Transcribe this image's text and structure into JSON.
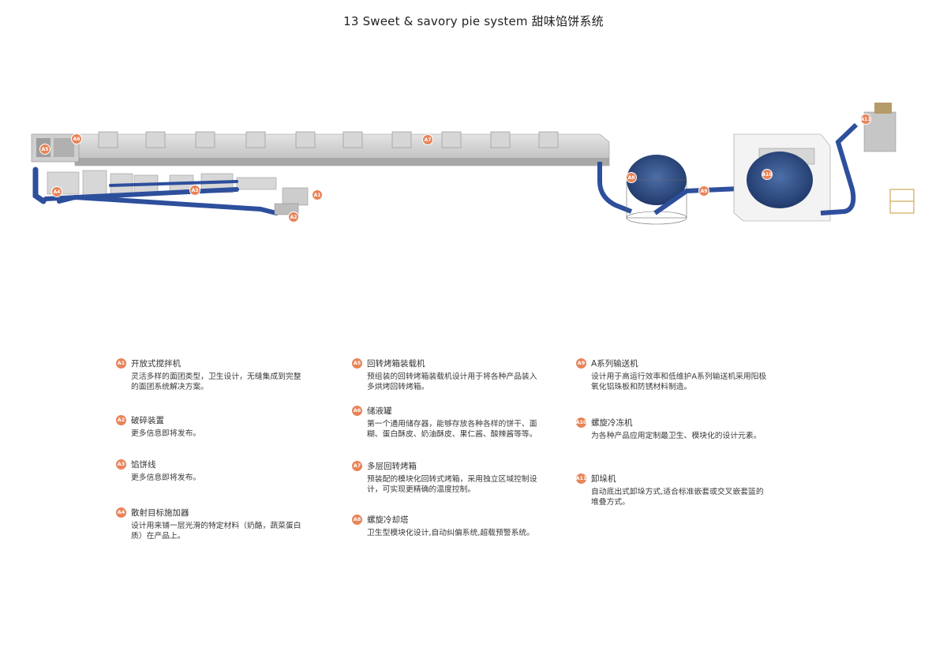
{
  "title": "13  Sweet & savory pie system  甜味馅饼系统",
  "markers": {
    "a1": "A1",
    "a2": "A2",
    "a3": "A3",
    "a4": "A4",
    "a5": "A5",
    "a6": "A6",
    "a7": "A7",
    "a8": "A8",
    "a9": "A9",
    "a10": "A10",
    "a11": "A11"
  },
  "legend": [
    {
      "code": "A1",
      "name": "开放式搅拌机",
      "desc": "灵活多样的面团类型，卫生设计，无缝集成到完整的面团系统解决方案。"
    },
    {
      "code": "A2",
      "name": "破碎装置",
      "desc": "更多信息即将发布。"
    },
    {
      "code": "A3",
      "name": "馅饼线",
      "desc": "更多信息即将发布。"
    },
    {
      "code": "A4",
      "name": "散射目标施加器",
      "desc": "设计用来铺一层光滑的特定材料（奶酪，蔬菜蛋白质）在产品上。"
    },
    {
      "code": "A5",
      "name": "回转烤箱装载机",
      "desc": "预组装的回转烤箱装载机设计用于将各种产品装入多烘烤回转烤箱。"
    },
    {
      "code": "A6",
      "name": "储液罐",
      "desc": "第一个通用储存器，能够存放各种各样的饼干、面糊、蛋白酥皮、奶油酥皮、果仁酱、酸辣酱等等。"
    },
    {
      "code": "A7",
      "name": "多层回转烤箱",
      "desc": "预装配的模块化回转式烤箱，采用独立区域控制设计，可实现更精确的温度控制。"
    },
    {
      "code": "A8",
      "name": "螺旋冷却塔",
      "desc": "卫生型模块化设计,自动纠偏系统,超载预警系统。"
    },
    {
      "code": "A9",
      "name": "A系列输送机",
      "desc": "设计用于高运行效率和低维护A系列输送机采用阳极氧化铝珠板和防锈材料制造。"
    },
    {
      "code": "A10",
      "name": "螺旋冷冻机",
      "desc": "为各种产品应用定制最卫生、模块化的设计元素。"
    },
    {
      "code": "A11",
      "name": "卸垛机",
      "desc": "自动底出式卸垛方式,适合标准嵌套或交叉嵌套篮的堆叠方式。"
    }
  ]
}
